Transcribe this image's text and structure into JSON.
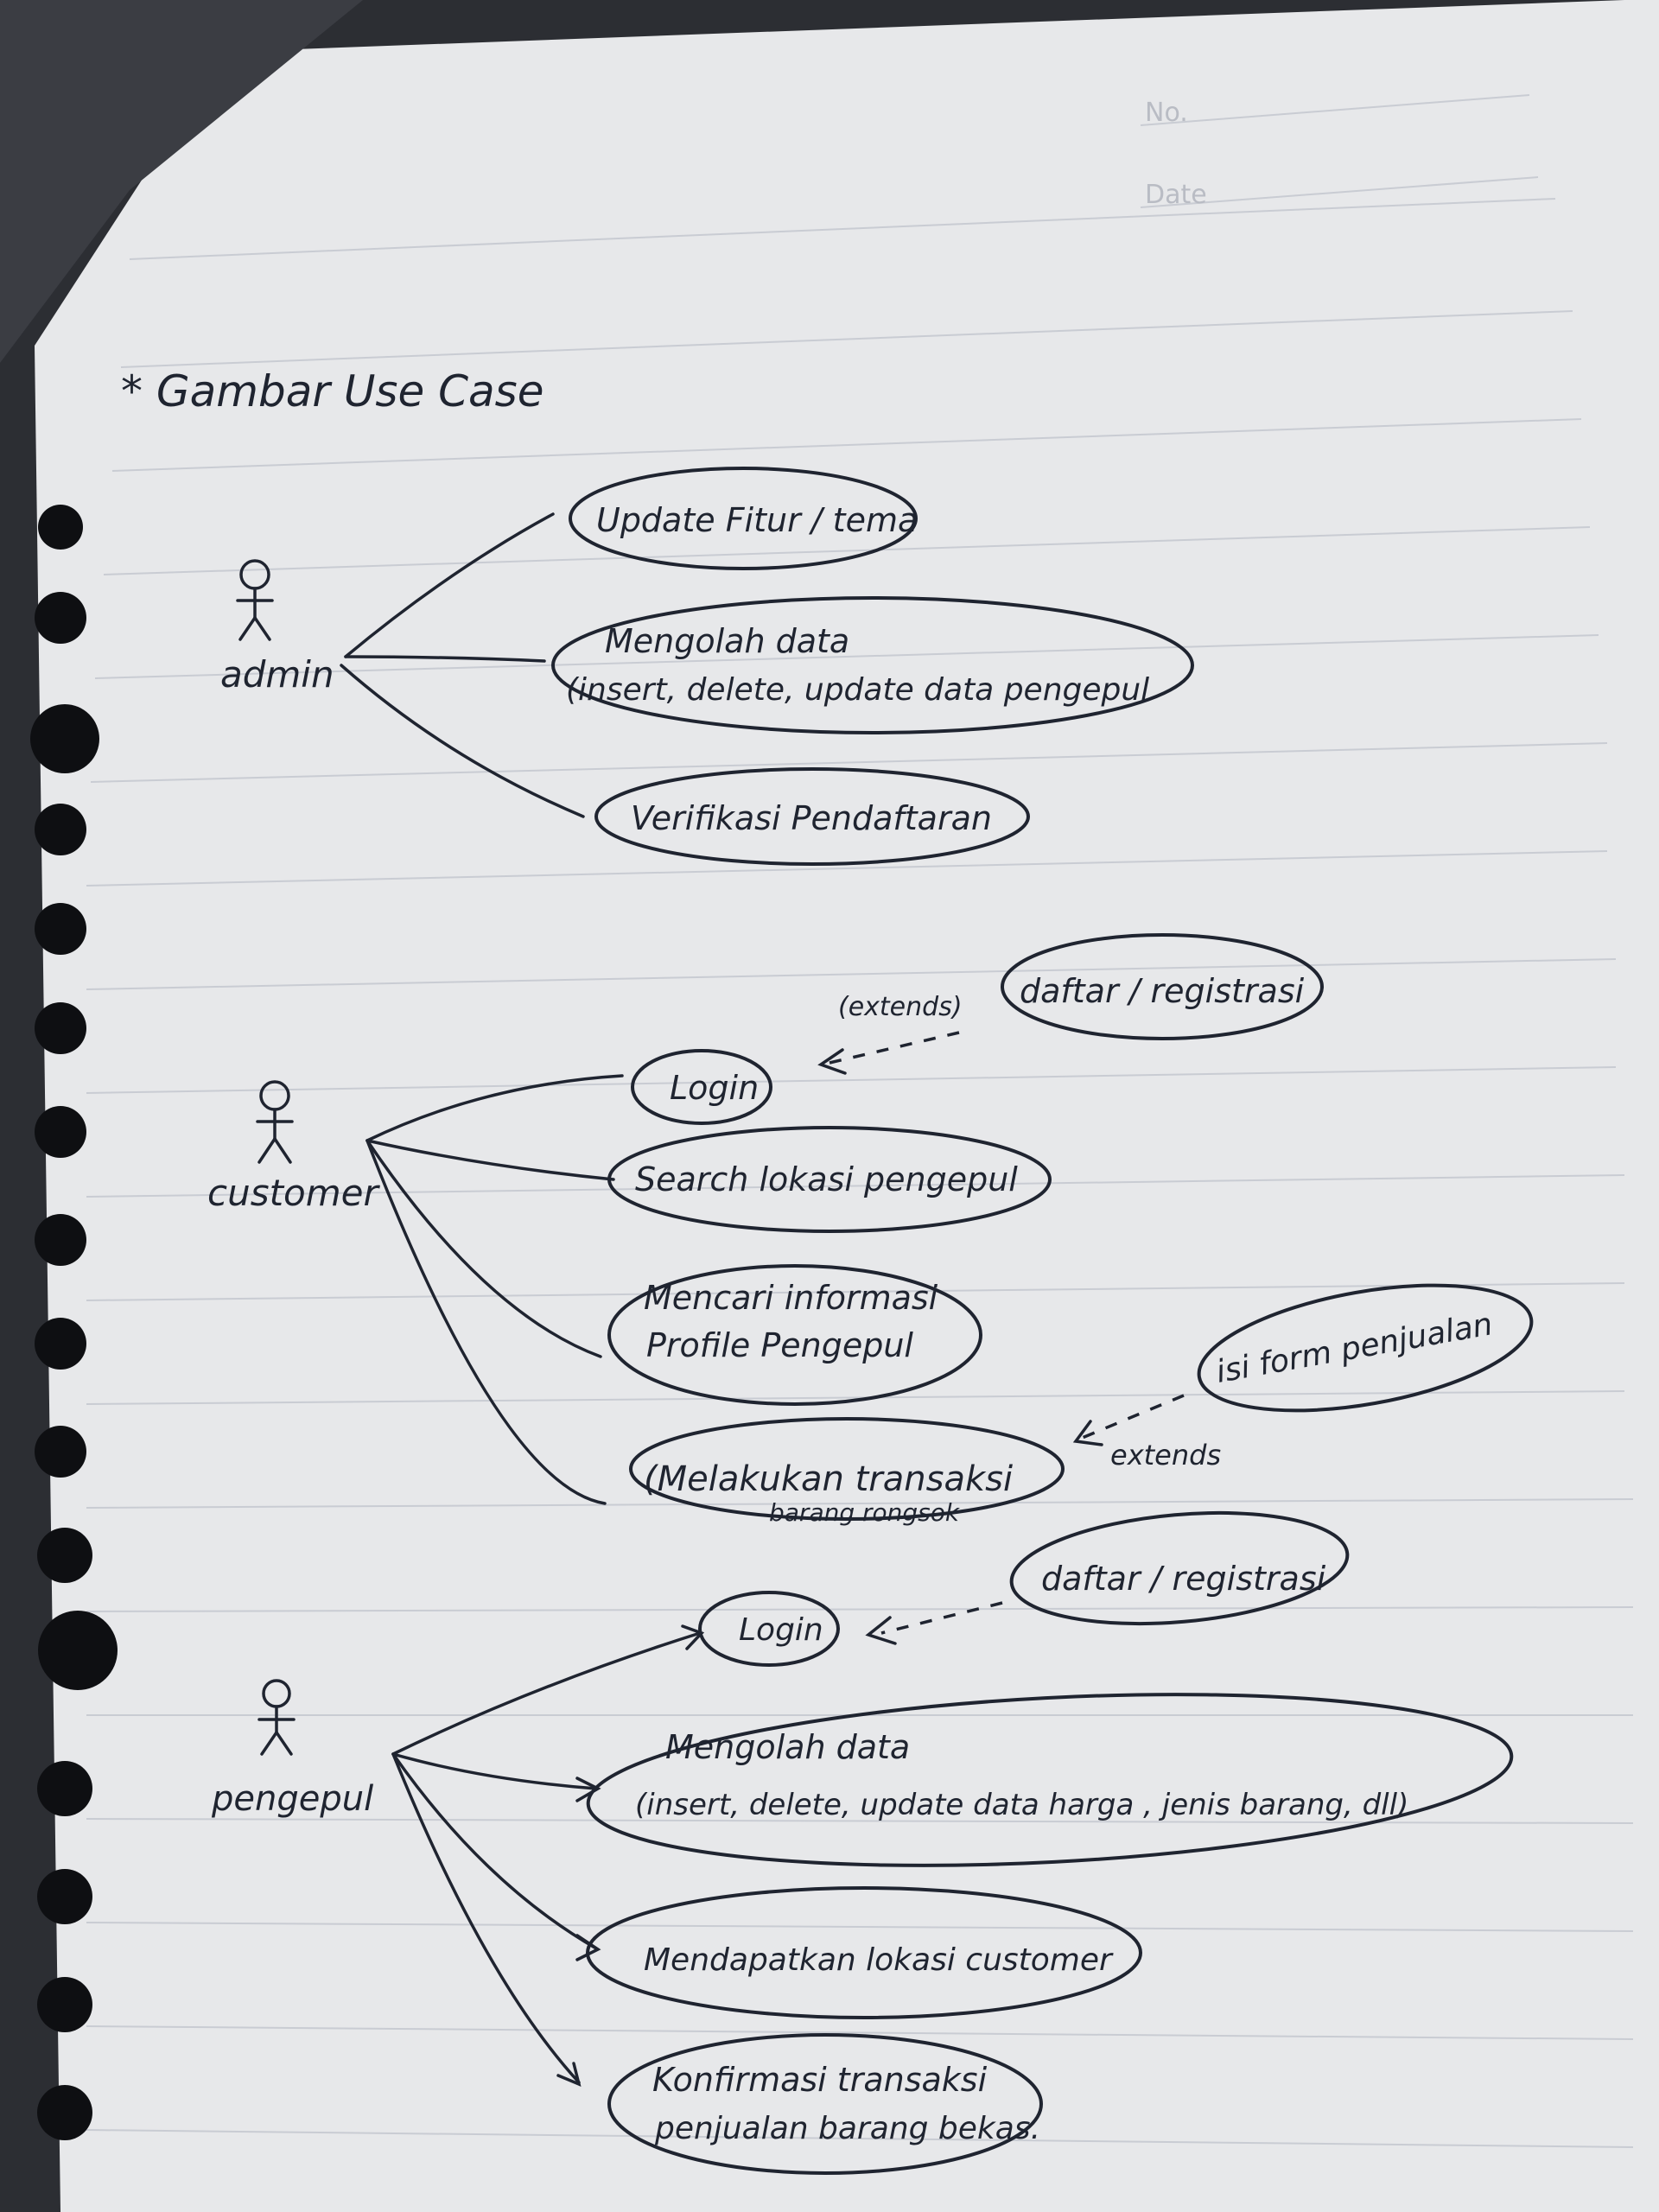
{
  "paper": {
    "header_no": "No.",
    "header_date": "Date",
    "title": "* Gambar  Use  Case"
  },
  "actors": {
    "admin": "admin",
    "customer": "customer",
    "pengepul": "pengepul"
  },
  "use_cases": {
    "admin_update": "Update Fitur / tema",
    "admin_mengolah_1": "Mengolah  data",
    "admin_mengolah_2": "(insert, delete, update  data  pengepul",
    "admin_verifikasi": "Verifikasi  Pendaftaran",
    "cust_daftar": "daftar / registrasi",
    "cust_extends": "(extends)",
    "cust_login": "Login",
    "cust_search": "Search  lokasi  pengepul",
    "cust_mencari_1": "Mencari  informasi",
    "cust_mencari_2": "Profile  Pengepul",
    "cust_isi_form": "isi  form  penjualan",
    "cust_extends2": "extends",
    "cust_transaksi_1": "(Melakukan  transaksi",
    "cust_transaksi_2": "barang rongsok",
    "peng_daftar": "daftar / registrasi",
    "peng_login": "Login",
    "peng_mengolah_1": "Mengolah  data",
    "peng_mengolah_2": "(insert, delete, update  data  harga , jenis  barang, dll)",
    "peng_lokasi": "Mendapatkan lokasi  customer",
    "peng_konfirmasi_1": "Konfirmasi  transaksi",
    "peng_konfirmasi_2": "penjualan  barang bekas."
  }
}
